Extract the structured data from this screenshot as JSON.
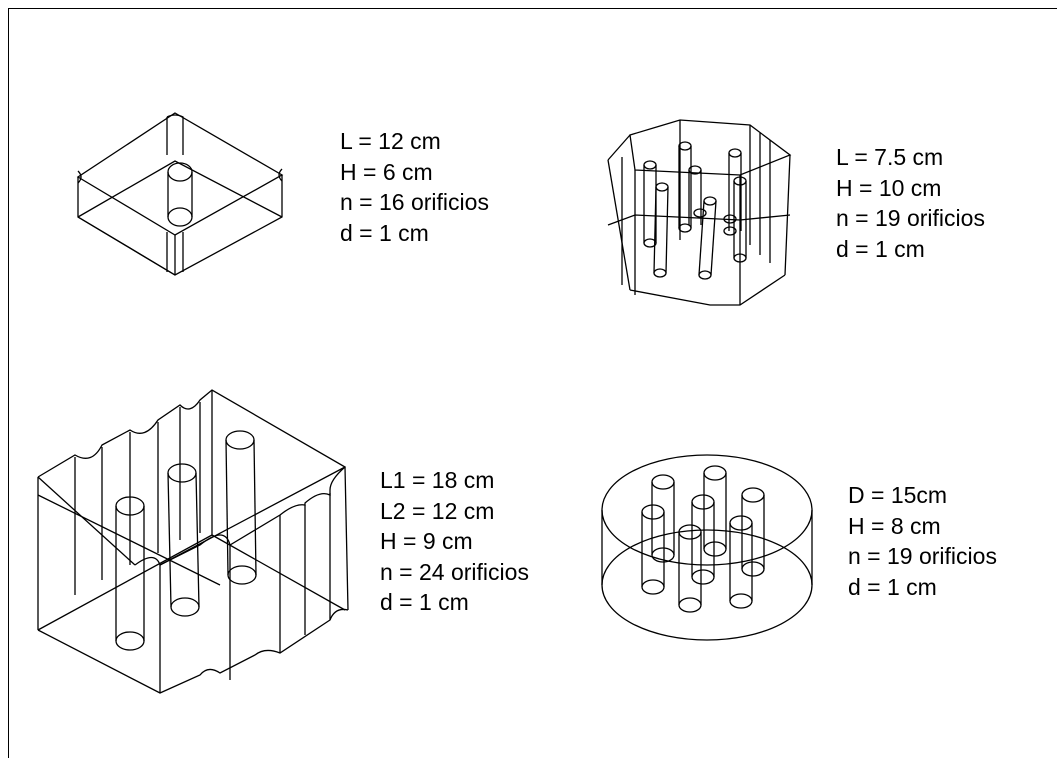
{
  "figures": [
    {
      "id": "square-block",
      "specs": [
        "L = 12 cm",
        "H = 6 cm",
        "n = 16 orificios",
        "d = 1 cm"
      ]
    },
    {
      "id": "hexagonal-block",
      "specs": [
        "L = 7.5 cm",
        "H = 10 cm",
        "n = 19 orificios",
        "d = 1 cm"
      ]
    },
    {
      "id": "rectangular-block",
      "specs": [
        "L1 = 18 cm",
        "L2 = 12 cm",
        "H = 9 cm",
        "n = 24 orificios",
        "d = 1 cm"
      ]
    },
    {
      "id": "cylindrical-block",
      "specs": [
        "D = 15cm",
        "H = 8 cm",
        "n = 19 orificios",
        "d = 1 cm"
      ]
    }
  ],
  "colors": {
    "line": "#000000",
    "background": "#ffffff"
  }
}
